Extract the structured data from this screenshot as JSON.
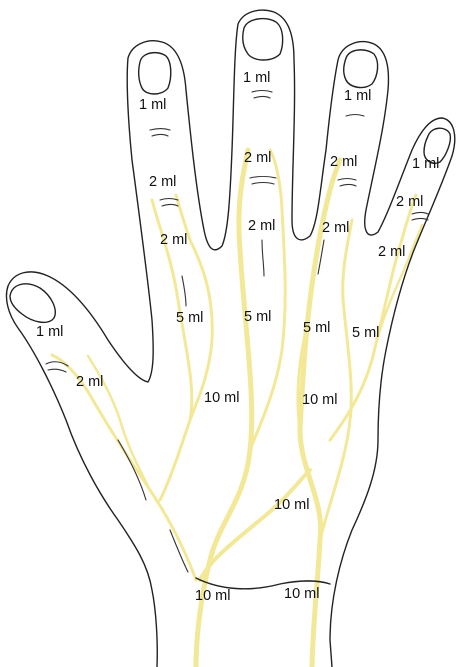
{
  "colors": {
    "vein": "#f2e896",
    "outline": "#222222",
    "text": "#111111",
    "background": "#ffffff"
  },
  "labels": {
    "thumb_tip": "1 ml",
    "thumb_base": "2 ml",
    "index_tip": "1 ml",
    "index_mid": "2 ml",
    "index_low": "2 ml",
    "index_base": "5 ml",
    "middle_tip": "1 ml",
    "middle_mid": "2 ml",
    "middle_low": "2 ml",
    "middle_base": "5 ml",
    "ring_tip": "1 ml",
    "ring_mid": "2 ml",
    "ring_low": "2 ml",
    "ring_base": "5 ml",
    "little_tip": "1 ml",
    "little_mid": "2 ml",
    "little_low": "2 ml",
    "little_base": "5 ml",
    "palm_left": "10 ml",
    "palm_right": "10 ml",
    "palm_center": "10 ml",
    "wrist_left": "10 ml",
    "wrist_right": "10 ml"
  }
}
